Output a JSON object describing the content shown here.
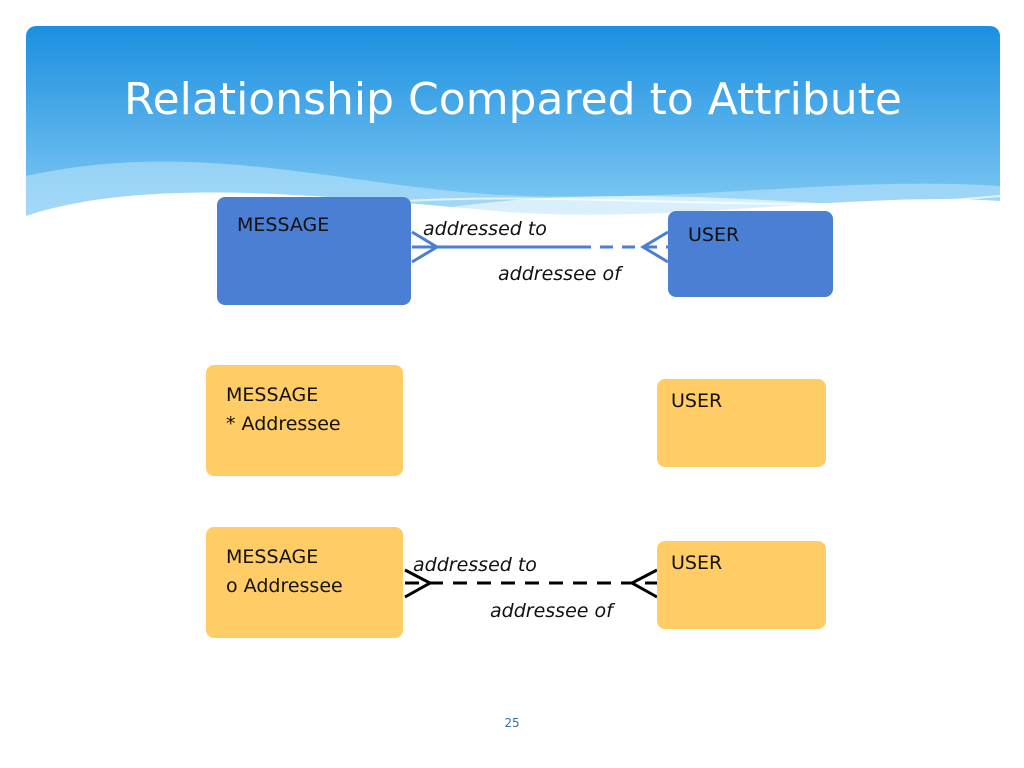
{
  "slide": {
    "title": "Relationship Compared to Attribute",
    "page_number": "25"
  },
  "colors": {
    "banner_top": "#1e95e4",
    "banner_bottom": "#8fd2f6",
    "entity_blue": "#4a7fd4",
    "entity_yellow": "#ffcc66",
    "connector_blue": "#4a7fd4",
    "connector_black": "#000000"
  },
  "diagram_top": {
    "message_entity": {
      "name": "MESSAGE"
    },
    "user_entity": {
      "name": "USER"
    },
    "relationship": {
      "forward_label": "addressed to",
      "reverse_label": "addressee of",
      "line_style": "solid-then-dashed",
      "ends": "many-to-many"
    }
  },
  "diagram_middle": {
    "message_entity": {
      "name": "MESSAGE",
      "attribute": "* Addressee"
    },
    "user_entity": {
      "name": "USER"
    }
  },
  "diagram_bottom": {
    "message_entity": {
      "name": "MESSAGE",
      "attribute": "o Addressee"
    },
    "user_entity": {
      "name": "USER"
    },
    "relationship": {
      "forward_label": "addressed to",
      "reverse_label": "addressee of",
      "line_style": "dashed",
      "ends": "many-to-many"
    }
  }
}
